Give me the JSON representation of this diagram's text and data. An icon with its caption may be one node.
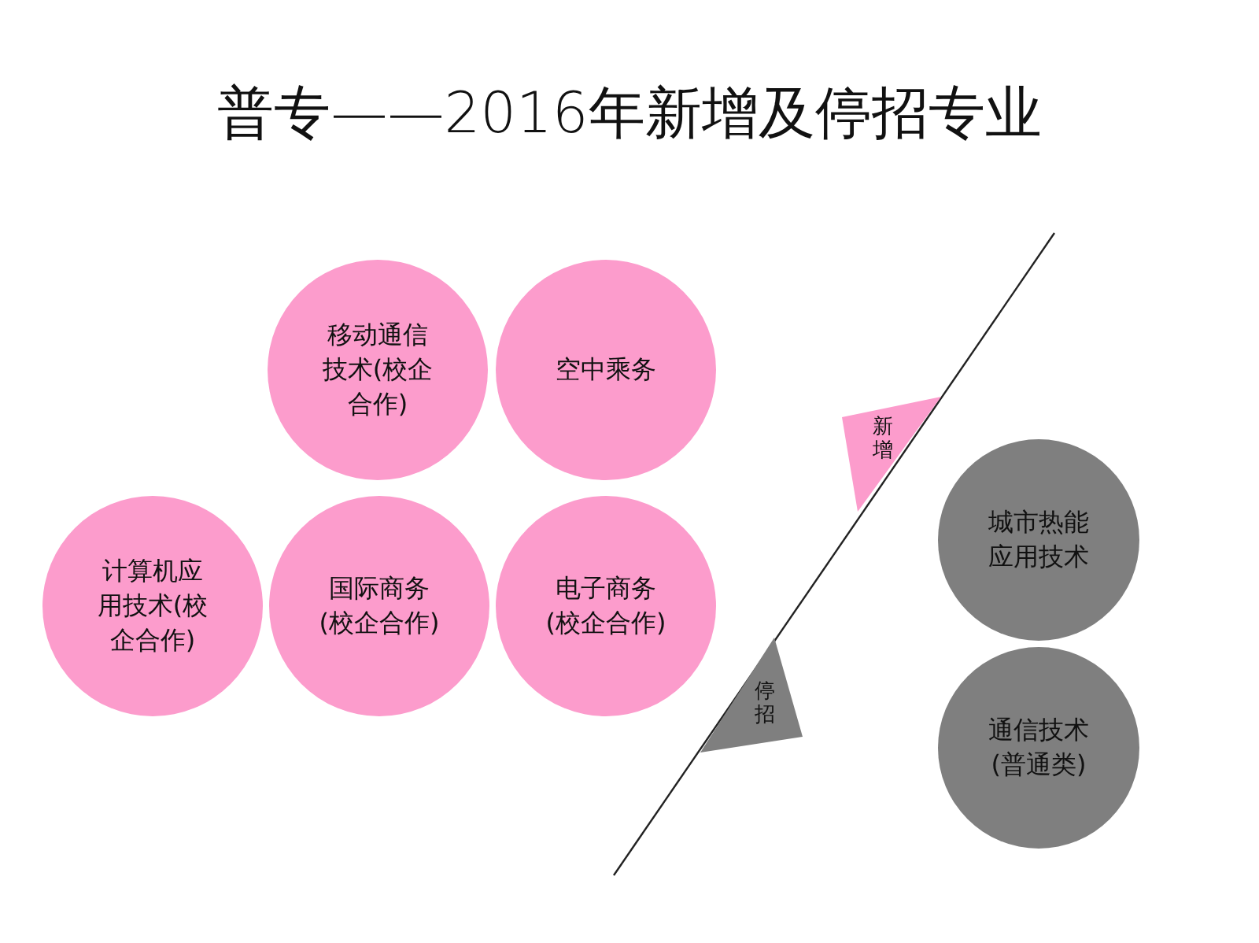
{
  "diagram": {
    "title": "普专——2016年新增及停招专业",
    "nodes": [
      {
        "text": [
          "移动通信技术(校企合作)"
        ]
      },
      {
        "text": [
          "空中乘务"
        ]
      },
      {
        "text": [
          "计算机应用技术(校企合作)"
        ]
      },
      {
        "text": [
          "国际商务(校企合作)"
        ]
      },
      {
        "text": [
          "电子商务(校企合作)"
        ]
      },
      {
        "text": [
          "新增"
        ]
      },
      {
        "text": [
          "城市热能应用技术"
        ]
      },
      {
        "text": [
          "停招"
        ]
      },
      {
        "text": [
          "通信技术(普通类)"
        ]
      }
    ],
    "edges": []
  }
}
